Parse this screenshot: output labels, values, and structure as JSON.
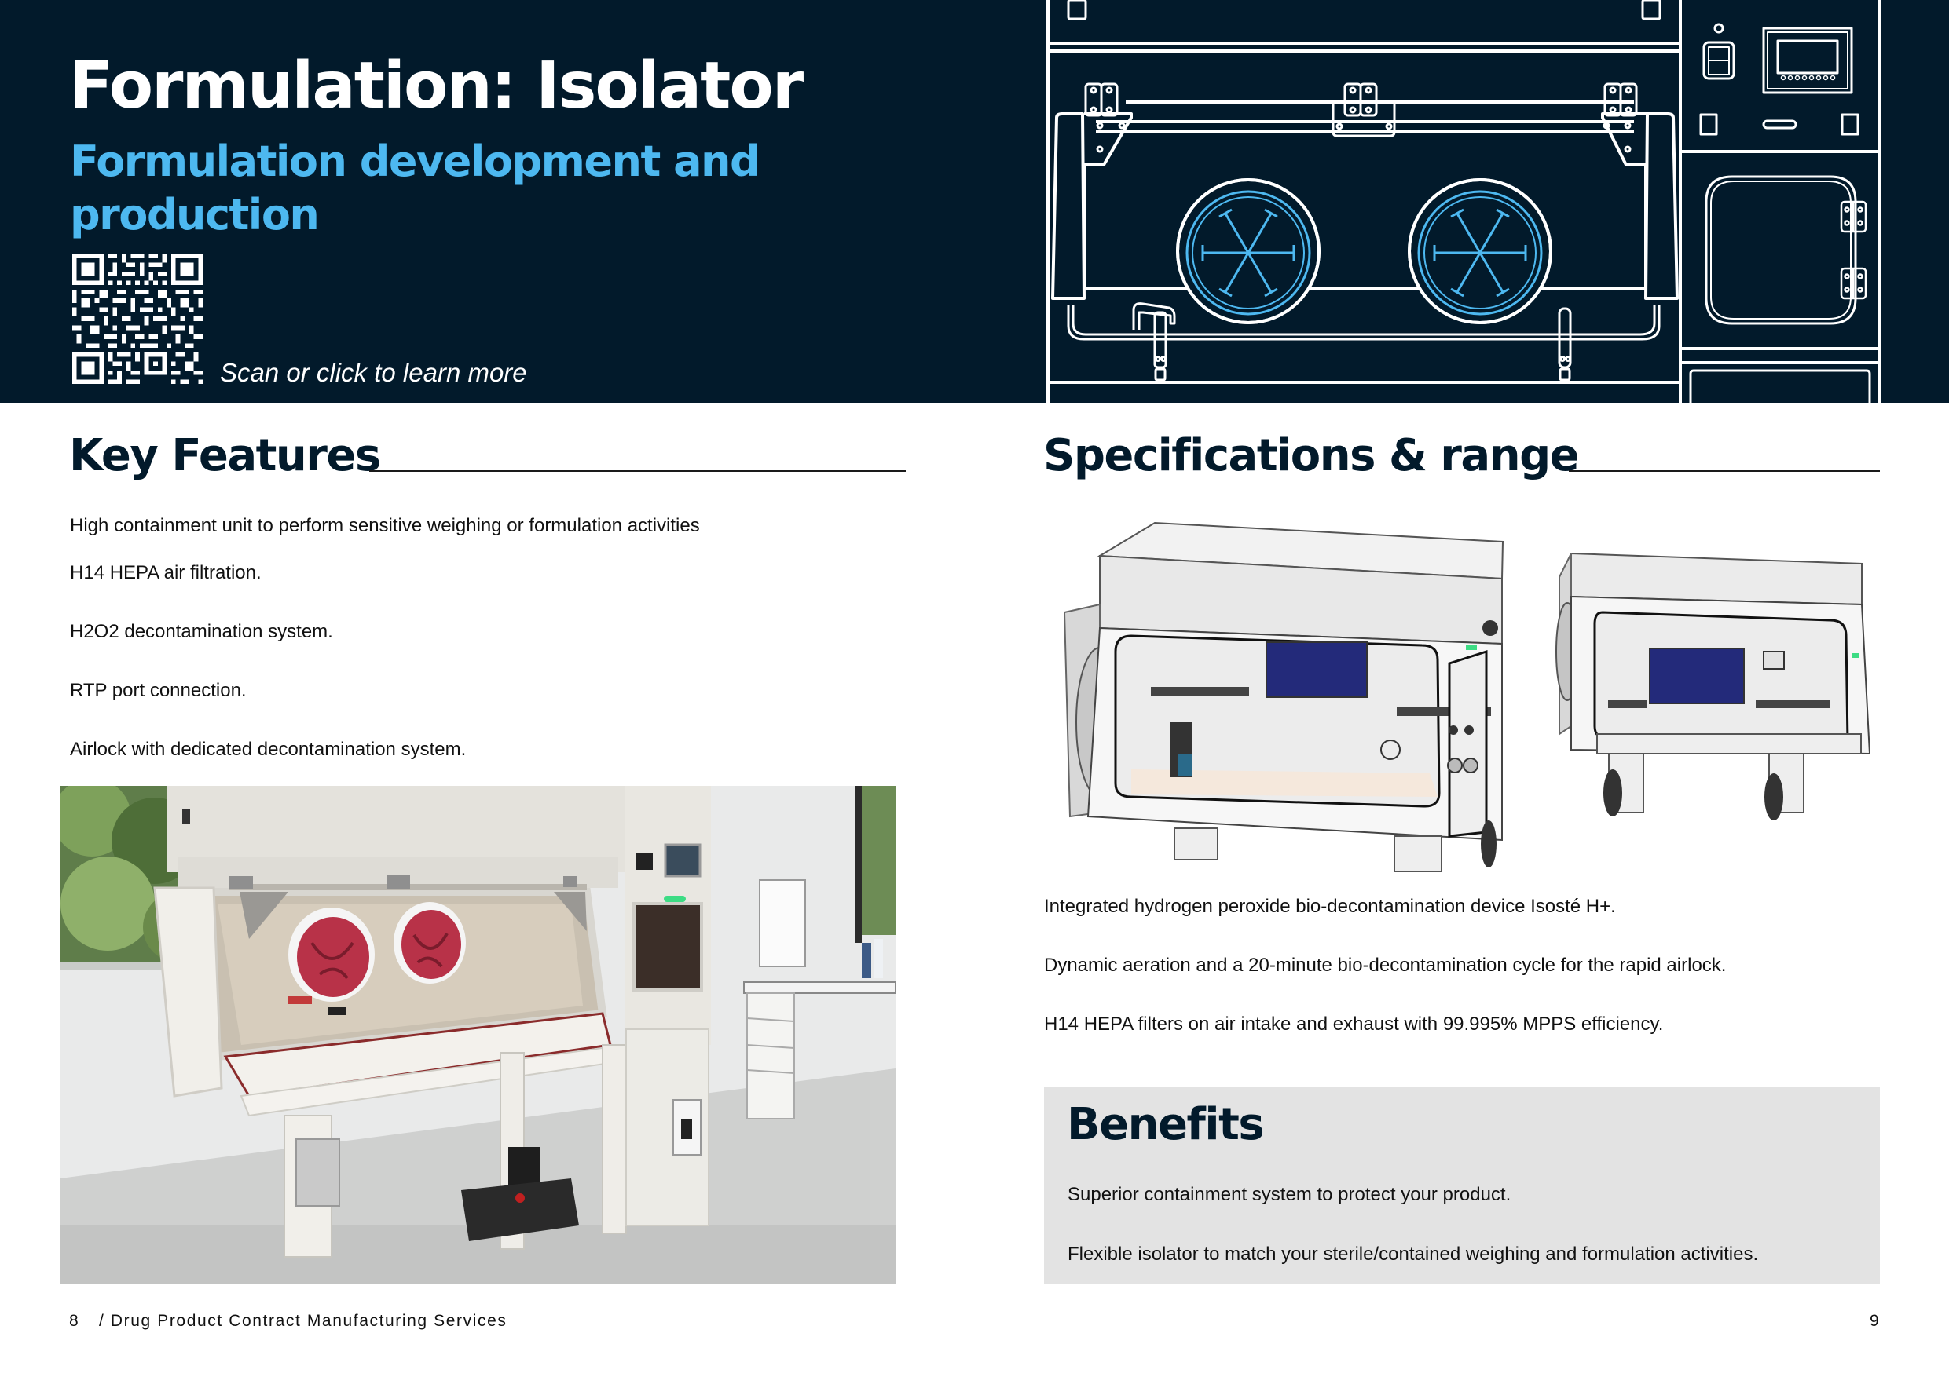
{
  "header": {
    "title": "Formulation: Isolator",
    "subtitle": "Formulation development and production",
    "qr_code": "qr-code-icon",
    "scan_text": "Scan or click to learn more",
    "colors": {
      "background": "#021a2b",
      "accent": "#4db8f0",
      "title": "#ffffff"
    }
  },
  "left_page": {
    "heading": "Key Features",
    "intro": "High containment unit to perform sensitive weighing or formulation activities",
    "features": [
      "H14 HEPA air filtration.",
      "H2O2 decontamination system.",
      "RTP port connection.",
      "Airlock with dedicated decontamination system."
    ],
    "photo": "isolator-photo",
    "footer": {
      "page_number": "8",
      "publication": "/ Drug Product Contract Manufacturing Services"
    }
  },
  "right_page": {
    "heading": "Specifications & range",
    "renders": [
      "isolator-render-large",
      "isolator-render-small"
    ],
    "specs": [
      "Integrated hydrogen peroxide bio-decontamination device Isosté H+.",
      "Dynamic aeration and a 20-minute bio-decontamination cycle for the rapid airlock.",
      "H14 HEPA filters on air intake and exhaust with 99.995% MPPS efficiency."
    ],
    "benefits": {
      "heading": "Benefits",
      "items": [
        "Superior containment system to protect your product.",
        "Flexible isolator to match your sterile/contained weighing and formulation activities."
      ],
      "background": "#e3e3e3"
    },
    "footer": {
      "page_number": "9"
    }
  }
}
